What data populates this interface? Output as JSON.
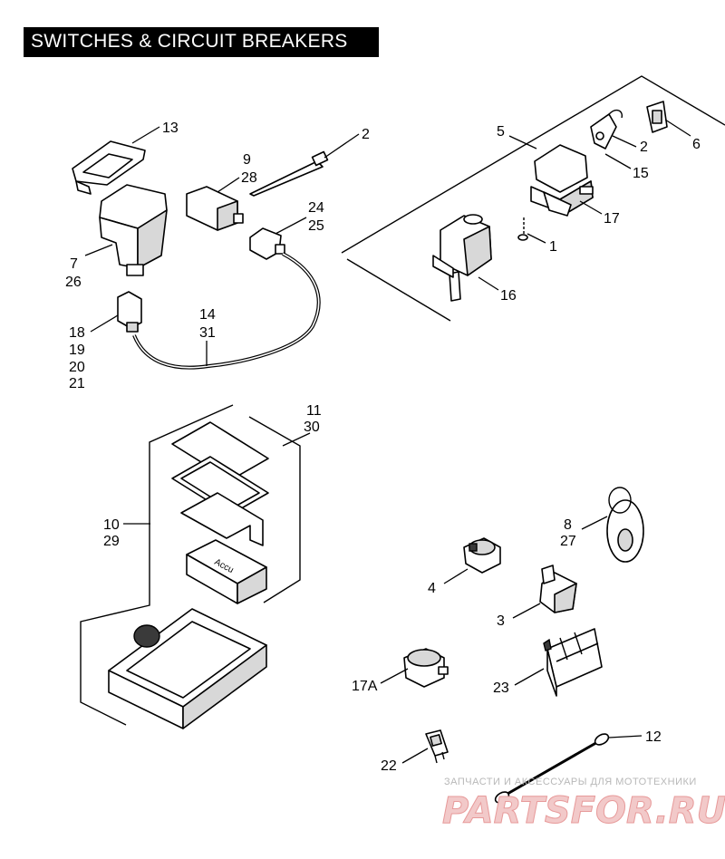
{
  "title": "SWITCHES & CIRCUIT BREAKERS",
  "labels": {
    "l13": "13",
    "l2a": "2",
    "l9": "9",
    "l28": "28",
    "l24": "24",
    "l25": "25",
    "l7": "7",
    "l26": "26",
    "l18": "18",
    "l19": "19",
    "l20": "20",
    "l21": "21",
    "l14": "14",
    "l31": "31",
    "l5": "5",
    "l2b": "2",
    "l6": "6",
    "l15": "15",
    "l17": "17",
    "l1": "1",
    "l16": "16",
    "l11": "11",
    "l30": "30",
    "l10": "10",
    "l29": "29",
    "l8": "8",
    "l27": "27",
    "l4": "4",
    "l3": "3",
    "l17a": "17A",
    "l23": "23",
    "l12": "12",
    "l22": "22"
  },
  "watermark": {
    "subtitle": "ЗАПЧАСТИ И АКСЕССУАРЫ ДЛЯ МОТОТЕХНИКИ",
    "brand": "PARTSFOR.RU"
  },
  "colors": {
    "ink": "#000000",
    "title_bg": "#000000",
    "title_fg": "#ffffff",
    "watermark_red": "#e79a9a"
  }
}
